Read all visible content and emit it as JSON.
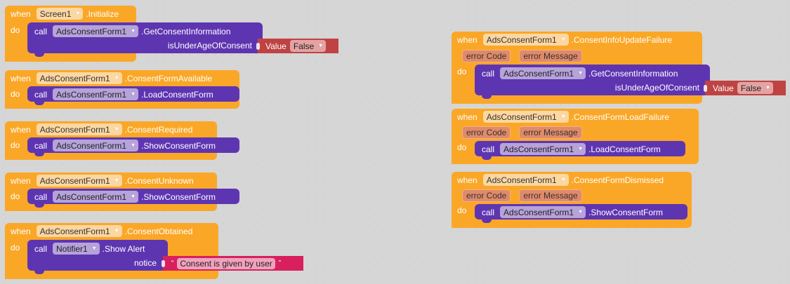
{
  "keywords": {
    "when": "when",
    "do": "do",
    "call": "call"
  },
  "dropdown_arrow": "▼",
  "left_blocks": [
    {
      "component": "Screen1",
      "event": ".Initialize",
      "call_component": "AdsConsentForm1",
      "call_method": ".GetConsentInformation",
      "arg_label": "isUnderAgeOfConsent",
      "arg_value_prefix": "Value",
      "arg_value": "False"
    },
    {
      "component": "AdsConsentForm1",
      "event": ".ConsentFormAvailable",
      "call_component": "AdsConsentForm1",
      "call_method": ".LoadConsentForm"
    },
    {
      "component": "AdsConsentForm1",
      "event": ".ConsentRequired",
      "call_component": "AdsConsentForm1",
      "call_method": ".ShowConsentForm"
    },
    {
      "component": "AdsConsentForm1",
      "event": ".ConsentUnknown",
      "call_component": "AdsConsentForm1",
      "call_method": ".ShowConsentForm"
    },
    {
      "component": "AdsConsentForm1",
      "event": ".ConsentObtained",
      "call_component": "Notifier1",
      "call_method": ".Show Alert",
      "arg_label": "notice",
      "arg_text": "Consent is given by user",
      "quote_open": "“",
      "quote_close": "”"
    }
  ],
  "right_blocks": [
    {
      "component": "AdsConsentForm1",
      "event": ".ConsentInfoUpdateFailure",
      "params": [
        "error Code",
        "error Message"
      ],
      "call_component": "AdsConsentForm1",
      "call_method": ".GetConsentInformation",
      "arg_label": "isUnderAgeOfConsent",
      "arg_value_prefix": "Value",
      "arg_value": "False"
    },
    {
      "component": "AdsConsentForm1",
      "event": ".ConsentFormLoadFailure",
      "params": [
        "error Code",
        "error Message"
      ],
      "call_component": "AdsConsentForm1",
      "call_method": ".LoadConsentForm"
    },
    {
      "component": "AdsConsentForm1",
      "event": ".ConsentFormDismissed",
      "params": [
        "error Code",
        "error Message"
      ],
      "call_component": "AdsConsentForm1",
      "call_method": ".ShowConsentForm"
    }
  ],
  "colors": {
    "event_block": "#faa727",
    "procedure_call": "#5e35b1",
    "logic_value": "#bf4343",
    "text_value": "#d8205e"
  }
}
